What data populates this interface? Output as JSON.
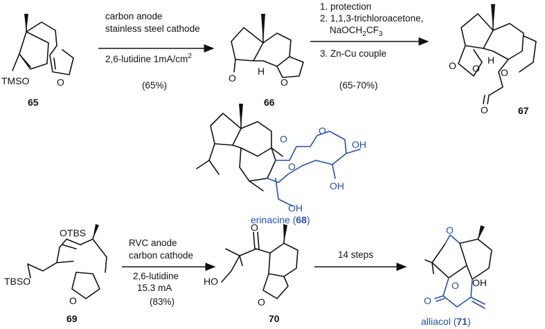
{
  "compounds": {
    "c65": "65",
    "c66": "66",
    "c67": "67",
    "c69": "69",
    "c70": "70",
    "erinacine_name": "erinacine",
    "erinacine_num": "68",
    "alliacol_name": "alliacol",
    "alliacol_num": "71"
  },
  "atoms": {
    "tmso": "TMSO",
    "o": "O",
    "h": "H",
    "otbs": "OTBS",
    "tbso": "TBSO",
    "ho": "HO",
    "oh": "OH"
  },
  "reactions": {
    "r1": {
      "line1": "carbon anode",
      "line2": "stainless steel cathode",
      "line3_main": "2,6-lutidine 1mA/cm",
      "line3_sup": "2",
      "yield": "(65%)"
    },
    "r2": {
      "step1": "1. protection",
      "step2": "2. 1,1,3-trichloroacetone,",
      "step2b_main": "NaOCH",
      "step2b_sub": "2",
      "step2b_end": "CF",
      "step2b_sub2": "3",
      "step3": "3. Zn-Cu couple",
      "yield": "(65-70%)"
    },
    "r3": {
      "line1": "RVC anode",
      "line2": "carbon cathode",
      "line3": "2,6-lutidine",
      "line4": "15.3 mA",
      "yield": "(83%)"
    },
    "r4": {
      "line1": "14 steps"
    }
  },
  "colors": {
    "structure": "#111111",
    "highlight": "#1f4fb8"
  }
}
